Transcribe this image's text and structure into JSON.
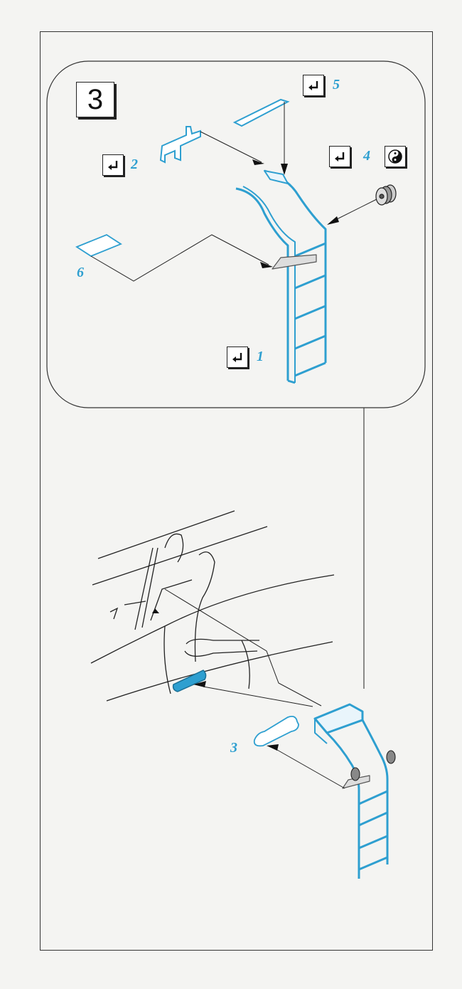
{
  "step": {
    "number": "3"
  },
  "parts": [
    {
      "id": "p1",
      "label": "1",
      "icon": "bend-icon"
    },
    {
      "id": "p2",
      "label": "2",
      "icon": "bend-icon"
    },
    {
      "id": "p3",
      "label": "3",
      "icon": ""
    },
    {
      "id": "p4",
      "label": "4",
      "icon": "bend-icon"
    },
    {
      "id": "p5",
      "label": "5",
      "icon": "bend-icon"
    },
    {
      "id": "p6",
      "label": "6",
      "icon": ""
    }
  ],
  "symbols": {
    "bend": "bend-icon",
    "part_b": "yin-yang-icon"
  },
  "colors": {
    "part": "#2e9fd0",
    "line": "#222222",
    "paper": "#f4f4f2"
  }
}
